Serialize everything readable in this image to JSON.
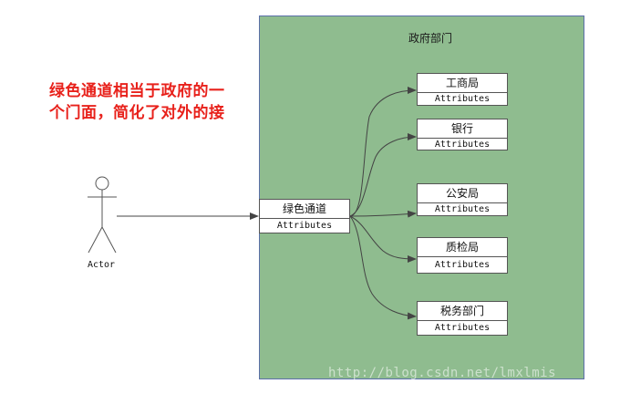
{
  "annotation": {
    "line1": "绿色通道相当于政府的一",
    "line2": "个门面，简化了对外的接"
  },
  "gov": {
    "title": "政府部门"
  },
  "actor": {
    "label": "Actor"
  },
  "green_channel": {
    "name": "绿色通道",
    "attrs": "Attributes"
  },
  "departments": [
    {
      "name": "工商局",
      "attrs": "Attributes"
    },
    {
      "name": "银行",
      "attrs": "Attributes"
    },
    {
      "name": "公安局",
      "attrs": "Attributes"
    },
    {
      "name": "质检局",
      "attrs": "Attributes"
    },
    {
      "name": "税务部门",
      "attrs": "Attributes"
    }
  ],
  "watermark": "http://blog.csdn.net/lmxlmis",
  "colors": {
    "annotation": "#e8211b",
    "gov_box": "#8fbc8f",
    "gov_border": "#5b6fa8"
  }
}
